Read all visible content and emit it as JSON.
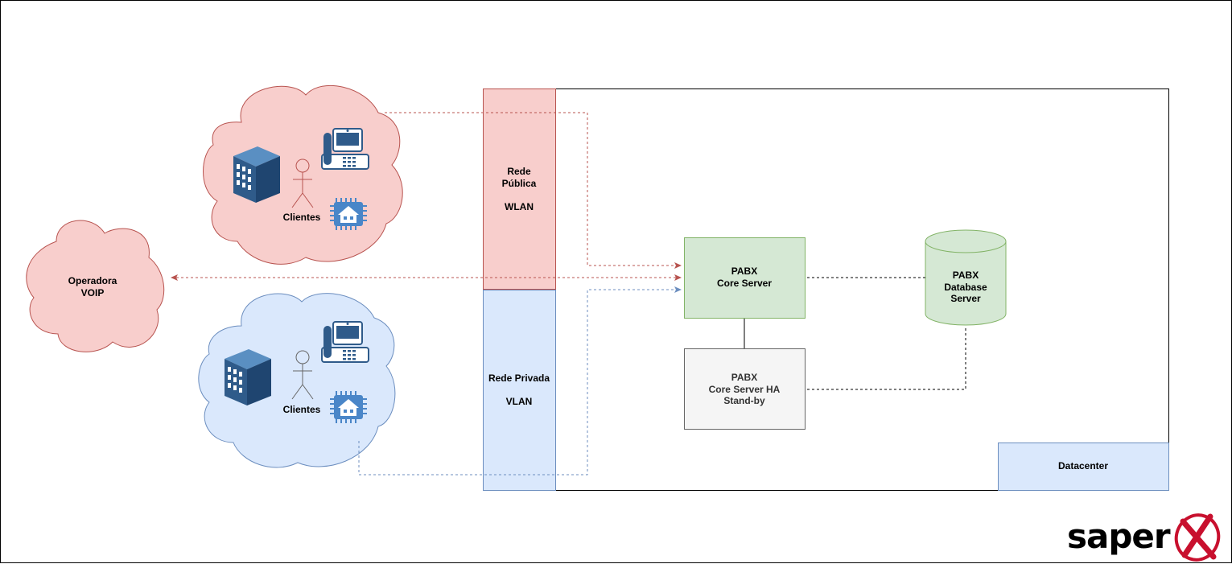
{
  "colors": {
    "public": "#f8cecc",
    "public_stroke": "#b85450",
    "private": "#dae8fc",
    "private_stroke": "#6c8ebf",
    "core": "#d5e8d4",
    "core_stroke": "#82b366",
    "standby": "#f5f5f5",
    "standby_stroke": "#666666",
    "icon_blue": "#2f5b8a",
    "logo_red": "#c8102e"
  },
  "clouds": {
    "public_clients": {
      "label": "Clientes"
    },
    "operator": {
      "label": "Operadora\nVOIP"
    },
    "private_clients": {
      "label": "Clientes"
    }
  },
  "networks": {
    "public": {
      "label": "Rede\nPública\n\nWLAN"
    },
    "private": {
      "label": "Rede Privada\n\nVLAN"
    }
  },
  "servers": {
    "core": {
      "label": "PABX\nCore Server"
    },
    "standby": {
      "label": "PABX\nCore Server HA\nStand-by"
    },
    "database": {
      "label": "PABX\nDatabase\nServer"
    }
  },
  "datacenter": {
    "label": "Datacenter"
  },
  "logo": {
    "text": "saper"
  },
  "icons": [
    "building-icon",
    "person-icon",
    "ip-phone-icon",
    "iot-home-chip-icon"
  ]
}
